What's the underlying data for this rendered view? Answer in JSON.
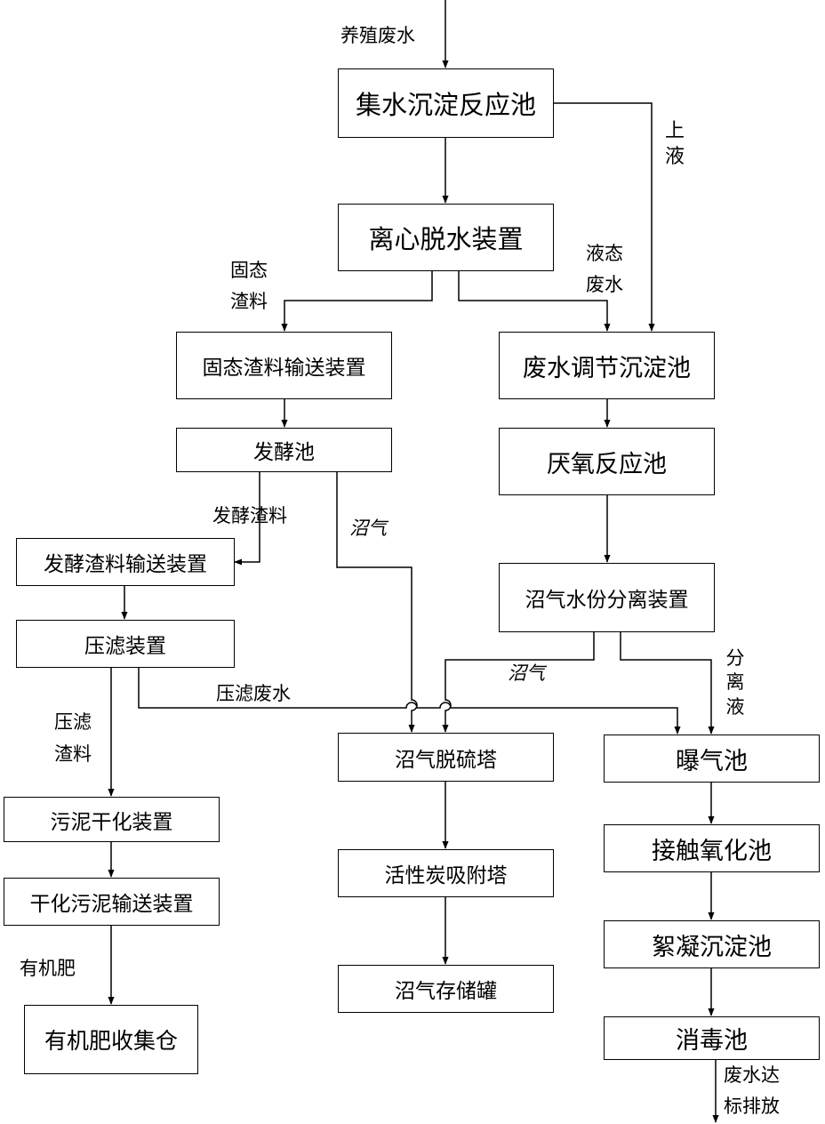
{
  "boxes": {
    "collect": "集水沉淀反应池",
    "centrifuge": "离心脱水装置",
    "solid_convey": "固态渣料输送装置",
    "adjust": "废水调节沉淀池",
    "ferment": "发酵池",
    "anaerobic": "厌氧反应池",
    "ferment_convey": "发酵渣料输送装置",
    "biogas_sep": "沼气水份分离装置",
    "press": "压滤装置",
    "desulfur": "沼气脱硫塔",
    "aeration": "曝气池",
    "sludge_dry": "污泥干化装置",
    "carbon": "活性炭吸附塔",
    "contact": "接触氧化池",
    "dry_convey": "干化污泥输送装置",
    "floc": "絮凝沉淀池",
    "storage": "沼气存储罐",
    "disinfect": "消毒池",
    "fert_store": "有机肥收集仓"
  },
  "labels": {
    "inflow": "养殖废水",
    "supernatant": "上液",
    "solid_slag_1": "固态",
    "solid_slag_2": "渣料",
    "liquid_ww_1": "液态",
    "liquid_ww_2": "废水",
    "ferment_slag": "发酵渣料",
    "biogas_1": "沼气",
    "biogas_2": "沼气",
    "separated_liquid": "分离液",
    "press_ww": "压滤废水",
    "press_slag_1": "压滤",
    "press_slag_2": "渣料",
    "organic_fert": "有机肥",
    "discharge_1": "废水达",
    "discharge_2": "标排放"
  }
}
